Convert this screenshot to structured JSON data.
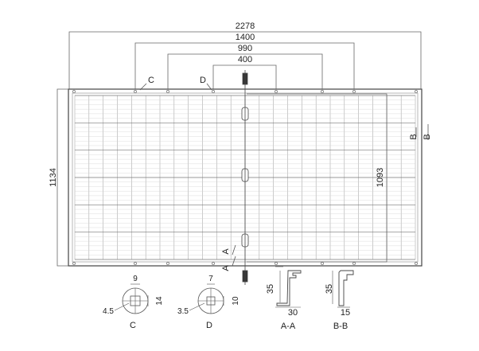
{
  "dimensions": {
    "overall_width": "2278",
    "mount_1400": "1400",
    "mount_990": "990",
    "mount_400": "400",
    "overall_height": "1134",
    "mount_height": "1093"
  },
  "markers": {
    "c": "C",
    "d": "D",
    "a_top": "A",
    "a_bottom": "A",
    "b_left": "B",
    "b_right": "B"
  },
  "details": {
    "c": {
      "top": "9",
      "side": "14",
      "left": "4.5",
      "caption": "C"
    },
    "d": {
      "top": "7",
      "side": "10",
      "left": "3.5",
      "caption": "D"
    },
    "aa": {
      "height": "35",
      "width": "30",
      "caption": "A-A"
    },
    "bb": {
      "height": "35",
      "width": "15",
      "caption": "B-B"
    }
  },
  "colors": {
    "line": "#555555",
    "text": "#222222",
    "background": "#ffffff"
  }
}
